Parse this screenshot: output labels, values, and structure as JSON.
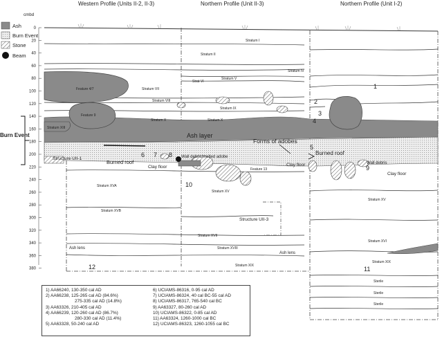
{
  "headers": {
    "western": "Western Profile (Units II-2, II-3)",
    "northern_ii3": "Northern Profile (Unit II-3)",
    "northern_i2": "Northern Profile (Unit I-2)"
  },
  "depth_axis": {
    "unit_label": "cmbd",
    "ticks": [
      "0",
      "20",
      "40",
      "60",
      "80",
      "100",
      "120",
      "140",
      "160",
      "180",
      "200",
      "220",
      "240",
      "260",
      "280",
      "300",
      "320",
      "340",
      "360",
      "380"
    ]
  },
  "legend": {
    "ash": "Ash",
    "burn_event": "Burn Event",
    "stone": "Stone",
    "beam": "Beam"
  },
  "side_label": "Burn Event",
  "labels": {
    "stratum_i": "Stratum I",
    "stratum_ii": "Stratum II",
    "stratum_iv": "Stratum IV",
    "stratum_v": "Stratum V",
    "stratum_vi": "Strat VI",
    "stratum_vii": "Stratum VII",
    "stratum_viii": "Stratum VIII",
    "stratum_ix": "Stratum IX",
    "stratum_x": "Stratum X",
    "stratum_xiii": "Stratum XIII",
    "feature_47": "Feature 4/7",
    "feature_9": "Feature 9",
    "feature_13": "Feature 13",
    "ash_layer": "Ash layer",
    "forms_of_adobes": "Forms of adobes",
    "burned_roof_1": "Burned roof",
    "burned_roof_2": "Burned roof",
    "wall_debris_melted": "Wall debris/melted adobe",
    "wall_debris": "Wall debris",
    "clay_floor_1": "Clay floor",
    "clay_floor_2": "Clay floor",
    "clay_floor_3": "Clay floor",
    "structure_uii1": "Structure UII-1",
    "structure_uii3": "Structure UII-3",
    "stratum_xva": "Stratum XVA",
    "stratum_xvb": "Stratum XVB",
    "stratum_xv_mid": "Stratum XV",
    "stratum_xv_right": "Stratum XV",
    "stratum_xvi": "Stratum XVI",
    "stratum_xvii": "Stratum XVII",
    "stratum_xviii": "Stratum XVIII",
    "stratum_xix_mid": "Stratum XIX",
    "stratum_xix_right": "Stratum XIX",
    "ash_lens_1": "Ash lens",
    "ash_lens_2": "Ash lens",
    "sterile_1": "Sterile",
    "sterile_2": "Sterile",
    "sterile_3": "Sterile",
    "n1": "1",
    "n2": "2",
    "n3": "3",
    "n4": "4",
    "n5": "5",
    "n6": "6",
    "n7": "7",
    "n8": "8",
    "n9": "9",
    "n10": "10",
    "n11": "11",
    "n12": "12"
  },
  "dates_left": [
    "1) AA66240, 130-350 cal AD",
    "2) AA66238, 125-265 cal AD (84.6%)",
    "275-335 cal AD (14.8%)",
    "3) AA63326, 210-405 cal AD",
    "4) AA66239, 120-260 cal AD (86.7%)",
    "280-330 cal AD (11.4%)",
    "5) AA63328, 50-240 cal AD"
  ],
  "dates_right": [
    "6) UCIAMS-86316, 0-95 cal AD",
    "7) UCIAMS-86324, 40 cal BC-55 cal AD",
    "8) UCIAMS-86317, 765-540 cal BC",
    "9) AA63327, 80-260 cal AD",
    "10) UCIAMS-86322, 0-85 cal AD",
    "11) AA63324, 1260-1000 cal BC",
    "12) UCIAMS-86323, 1260-1055 cal BC"
  ],
  "colors": {
    "ash": "#8a8a8a",
    "burn_event": "#e6e6e6",
    "line": "#333333"
  }
}
